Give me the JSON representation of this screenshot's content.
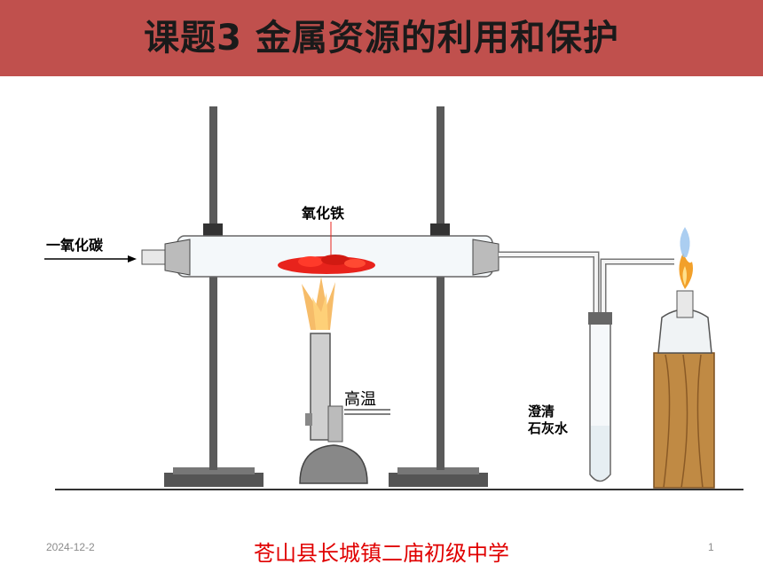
{
  "slide": {
    "title": "课题3   金属资源的利用和保护",
    "date": "2024-12-2",
    "school": "苍山县长城镇二庙初级中学",
    "page_number": "1"
  },
  "diagram": {
    "labels": {
      "co_inlet": "一氧化碳",
      "iron_oxide": "氧化铁",
      "high_temp": "高温",
      "limewater_line1": "澄清",
      "limewater_line2": "石灰水"
    }
  },
  "colors": {
    "title_bar": "#c0504d",
    "school_text": "#e00000",
    "iron_oxide": "#e8231c",
    "flame": "#f2a02a"
  }
}
